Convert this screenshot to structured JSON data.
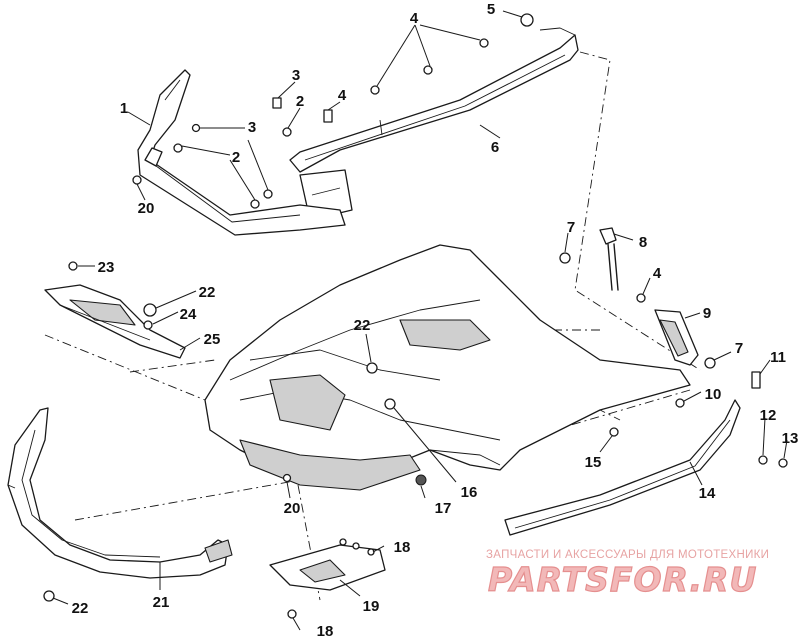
{
  "callouts": {
    "c1": "1",
    "c2a": "2",
    "c2b": "2",
    "c3a": "3",
    "c3b": "3",
    "c4a": "4",
    "c4b": "4",
    "c4c": "4",
    "c5": "5",
    "c6": "6",
    "c7a": "7",
    "c7b": "7",
    "c8": "8",
    "c9": "9",
    "c10": "10",
    "c11": "11",
    "c12": "12",
    "c13": "13",
    "c14": "14",
    "c15": "15",
    "c16": "16",
    "c17": "17",
    "c18a": "18",
    "c18b": "18",
    "c19": "19",
    "c20a": "20",
    "c20b": "20",
    "c21": "21",
    "c22a": "22",
    "c22b": "22",
    "c22c": "22",
    "c23": "23",
    "c24": "24",
    "c25": "25"
  },
  "watermark": {
    "tagline": "ЗАПЧАСТИ И АКСЕССУАРЫ ДЛЯ МОТОТЕХНИКИ",
    "logo": "PARTSFOR.RU"
  }
}
